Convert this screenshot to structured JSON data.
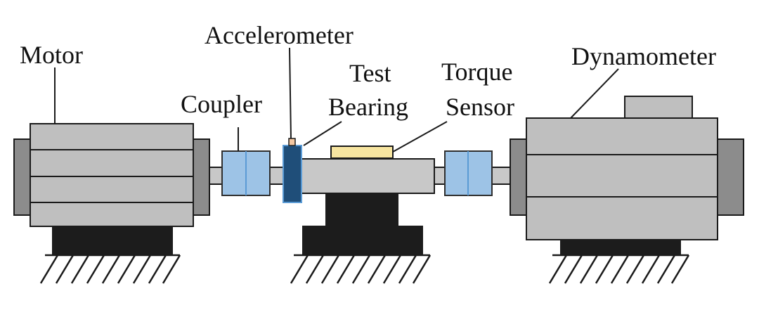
{
  "labels": {
    "motor": "Motor",
    "coupler": "Coupler",
    "accelerometer": "Accelerometer",
    "test_bearing_line1": "Test",
    "test_bearing_line2": "Bearing",
    "torque_sensor_line1": "Torque",
    "torque_sensor_line2": "Sensor",
    "dynamometer": "Dynamometer"
  },
  "colors": {
    "machine_body": "#bfbfbf",
    "end_cap": "#8c8c8c",
    "base": "#1c1c1c",
    "shaft": "#c8c8c8",
    "coupler": "#9dc3e6",
    "coupler_line": "#5b9bd5",
    "bearing_housing": "#1f4e79",
    "sensor_pad": "#f7e5a0",
    "accel_tip": "#f4c7a1"
  }
}
